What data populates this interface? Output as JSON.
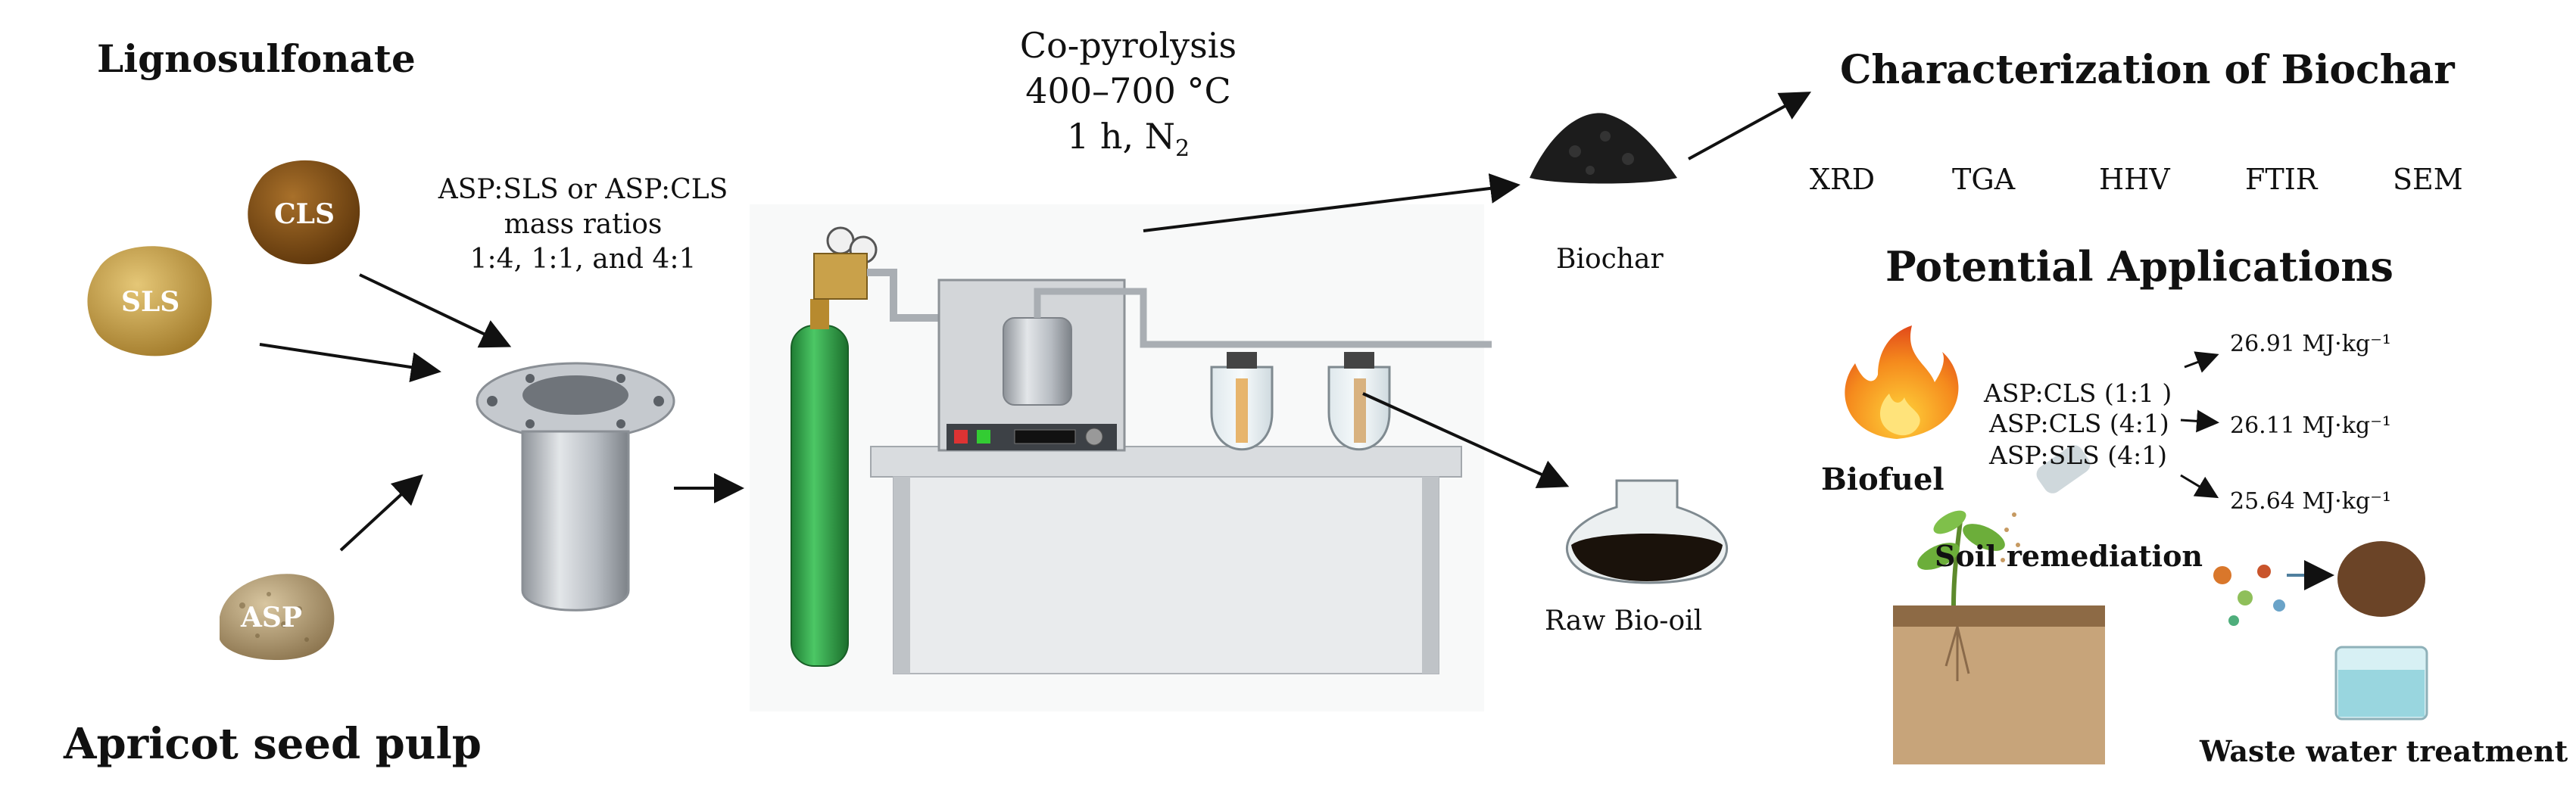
{
  "headings": {
    "lignosulfonate": "Lignosulfonate",
    "apricot": "Apricot seed pulp",
    "characterization": "Characterization of Biochar",
    "applications": "Potential Applications"
  },
  "materials": {
    "cls": "CLS",
    "sls": "SLS",
    "asp": "ASP"
  },
  "ratios": {
    "line1": "ASP:SLS or ASP:CLS",
    "line2": "mass ratios",
    "line3": "1:4, 1:1, and 4:1"
  },
  "pyrolysis": {
    "line1": "Co-pyrolysis",
    "line2": "400–700 °C",
    "line3_main": "1 h,  N",
    "line3_sub": "2"
  },
  "products": {
    "biochar": "Biochar",
    "bio_oil": "Raw Bio-oil"
  },
  "techniques": [
    "XRD",
    "TGA",
    "HHV",
    "FTIR",
    "SEM"
  ],
  "biofuel": {
    "label": "Biofuel",
    "samples": [
      "ASP:CLS (1:1 )",
      "ASP:CLS (4:1)",
      "ASP:SLS (4:1)"
    ],
    "hhv": [
      "26.91 MJ·kg⁻¹",
      "26.11 MJ·kg⁻¹",
      "25.64 MJ·kg⁻¹"
    ]
  },
  "other_applications": {
    "soil": "Soil remediation",
    "water": "Waste water treatment"
  },
  "colors": {
    "cylinder": "#2e9e44",
    "cls": "#7a4a12",
    "sls": "#c9a24a",
    "asp": "#b7a07a",
    "biochar": "#1c1c1c",
    "flame": "#f27a1a"
  }
}
